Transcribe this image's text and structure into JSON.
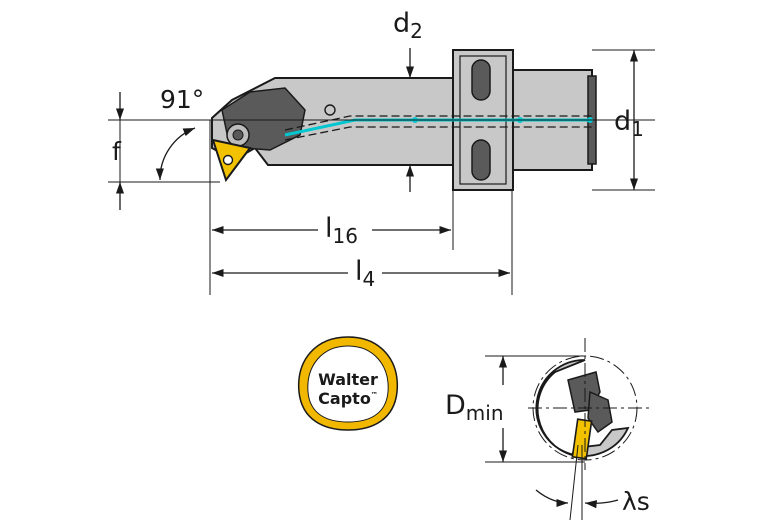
{
  "labels": {
    "angle": "91°",
    "f": "f",
    "d2_base": "d",
    "d2_sub": "2",
    "d1_base": "d",
    "d1_sub": "1",
    "l16_base": "l",
    "l16_sub": "16",
    "l4_base": "l",
    "l4_sub": "4",
    "dmin_base": "D",
    "dmin_sub": "min",
    "lambda_s": "λs"
  },
  "logo": {
    "line1": "Walter",
    "line2": "Capto",
    "tm": "™"
  },
  "colors": {
    "coolant": "#00c6d0",
    "insert": "#f2c200",
    "logo_ring": "#f2b800",
    "body": "#c8c8c8"
  }
}
